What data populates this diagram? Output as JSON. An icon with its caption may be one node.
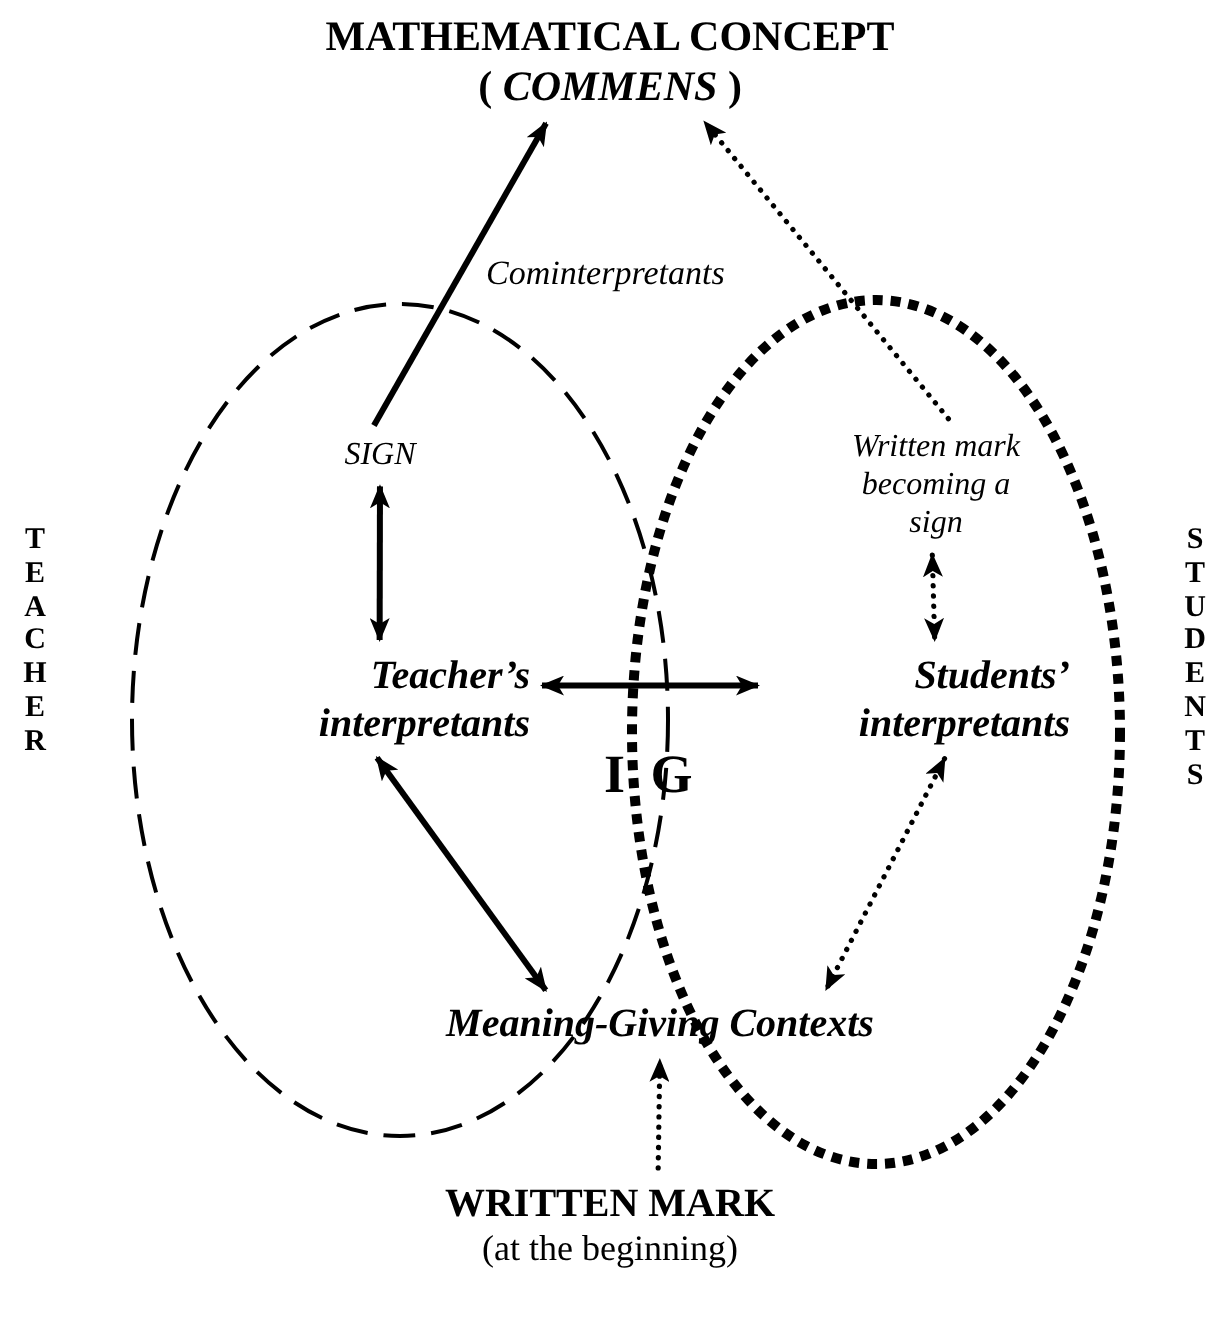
{
  "diagram": {
    "nodes": [
      {
        "text": [
          "MATHEMATICAL CONCEPT",
          "( *COMMENS* )"
        ]
      },
      {
        "text": [
          "SIGN"
        ]
      },
      {
        "text": [
          "Written mark becoming a sign"
        ]
      },
      {
        "text": [
          "Teacher’s interpretants"
        ]
      },
      {
        "text": [
          "Students’ interpretants"
        ]
      },
      {
        "text": [
          "Meaning-Giving Contexts"
        ]
      },
      {
        "text": [
          "WRITTEN MARK",
          "(at the beginning)"
        ]
      }
    ],
    "edges": [
      {
        "from": 1,
        "to": 0,
        "arrow": "to"
      },
      {
        "from": 2,
        "to": 0,
        "arrow": "to",
        "style": "dashed"
      },
      {
        "from": 1,
        "to": 3,
        "arrow": "both"
      },
      {
        "from": 3,
        "to": 4,
        "arrow": "both"
      },
      {
        "from": 2,
        "to": 4,
        "arrow": "both",
        "style": "dashed"
      },
      {
        "from": 3,
        "to": 5,
        "arrow": "both"
      },
      {
        "from": 4,
        "to": 5,
        "arrow": "both",
        "style": "dashed"
      },
      {
        "from": 6,
        "to": 5,
        "arrow": "to",
        "style": "dashed"
      }
    ],
    "labels": [
      "Cominterpretants",
      "TEACHER",
      "I G",
      "STUDENTS"
    ]
  }
}
